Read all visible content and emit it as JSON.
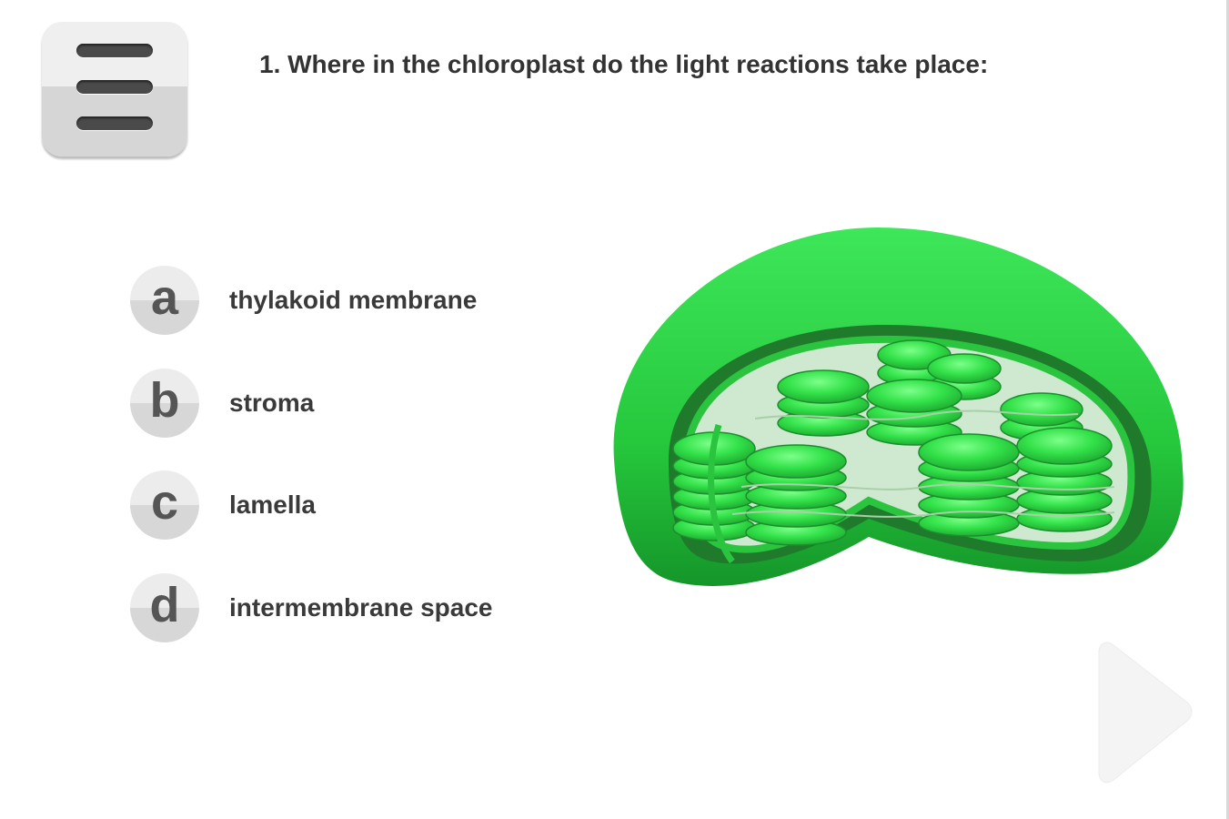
{
  "question": "1. Where in the chloroplast do the light reactions take place:",
  "options": [
    {
      "letter": "a",
      "label": "thylakoid membrane"
    },
    {
      "letter": "b",
      "label": "stroma"
    },
    {
      "letter": "c",
      "label": "lamella"
    },
    {
      "letter": "d",
      "label": "intermembrane space"
    }
  ],
  "icons": {
    "menu": "hamburger-menu-icon",
    "next": "play-arrow-icon"
  },
  "colors": {
    "chloroplast": "#2ecc40",
    "text": "#333333"
  }
}
